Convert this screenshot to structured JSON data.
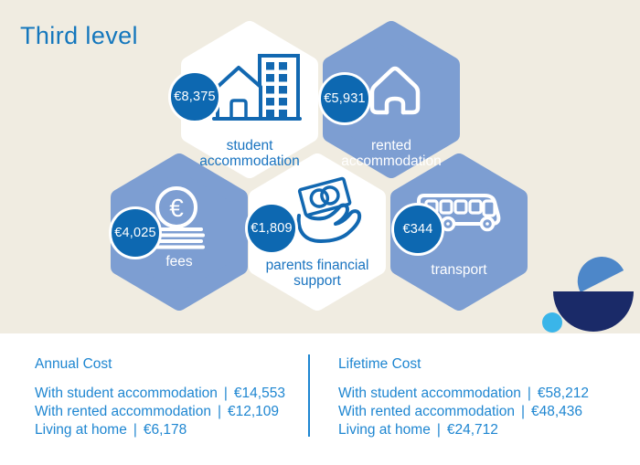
{
  "title": "Third level",
  "hexagons": [
    {
      "amount": "€8,375",
      "label": "student accommodation",
      "style": "white",
      "icon": "buildings-icon"
    },
    {
      "amount": "€5,931",
      "label": "rented accommodation",
      "style": "blue",
      "icon": "house-icon"
    },
    {
      "amount": "€4,025",
      "label": "fees",
      "style": "blue",
      "icon": "euro-coin-stack-icon",
      "euro_glyph": "€"
    },
    {
      "amount": "€1,809",
      "label": "parents financial support",
      "style": "white",
      "icon": "hand-money-icon"
    },
    {
      "amount": "€344",
      "label": "transport",
      "style": "blue",
      "icon": "bus-icon"
    }
  ],
  "costs": {
    "separator": "|",
    "annual": {
      "heading": "Annual Cost",
      "rows": [
        {
          "label": "With student accommodation",
          "value": "€14,553"
        },
        {
          "label": "With rented accommodation",
          "value": "€12,109"
        },
        {
          "label": "Living at home",
          "value": "€6,178"
        }
      ]
    },
    "lifetime": {
      "heading": "Lifetime Cost",
      "rows": [
        {
          "label": "With student accommodation",
          "value": "€58,212"
        },
        {
          "label": "With rented accommodation",
          "value": "€48,436"
        },
        {
          "label": "Living at home",
          "value": "€24,712"
        }
      ]
    }
  },
  "colors": {
    "background_beige": "#f0ece1",
    "hex_light_blue": "#7d9ed2",
    "hex_white": "#ffffff",
    "price_circle_blue": "#0d68b1",
    "icon_blue": "#1268b1",
    "title_blue": "#1477bd",
    "footer_text_blue": "#1e86d1",
    "decor_navy": "#1a2a68",
    "decor_cyan": "#3ab5e9",
    "decor_mid_blue": "#4d87c9"
  }
}
